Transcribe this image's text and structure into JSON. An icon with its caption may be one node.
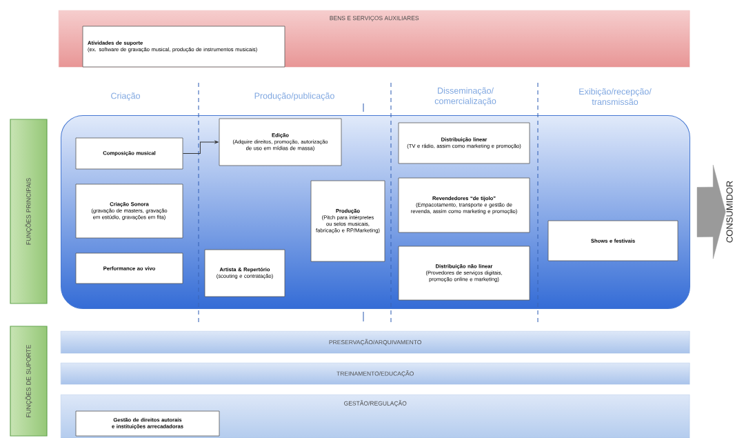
{
  "diagram": {
    "nodes": [
      {
        "text": [
          "BENS E SERVIÇOS AUXILIARES"
        ]
      },
      {
        "text": [
          "Atividades de suporte",
          "(ex. software de gravação musical, produção de instrumentos musicais)"
        ],
        "in": 0
      },
      {
        "text": [
          "FUNÇÕES PRINCIPAIS"
        ]
      },
      {
        "text": [],
        "shape": "box"
      },
      {
        "text": [
          "Composição musical"
        ],
        "in": 3
      },
      {
        "text": [
          "Edição",
          "(Adquire direitos, promoção, autorização de uso em mídias de massa)"
        ],
        "in": 3
      },
      {
        "text": [
          "Criação Sonora",
          "(gravação de masters, gravação em estúdio, gravações em fita)"
        ],
        "in": 3
      },
      {
        "text": [
          "Performance ao vivo"
        ],
        "in": 3
      },
      {
        "text": [
          "Artista & Repertório",
          "(scouting e contratação)"
        ],
        "in": 3
      },
      {
        "text": [
          "Produção",
          "(Pitch para intérpretes ou selos musicais, fabricação e RP/Marketing)"
        ],
        "in": 3
      },
      {
        "text": [
          "Distribuição linear",
          "(TV e rádio, assim como marketing e promoção)"
        ],
        "in": 3
      },
      {
        "text": [
          "Revendedores “de tijolo”",
          "(Empacotamento, transporte e gestão de revenda, assim como marketing e promoção)"
        ],
        "in": 3
      },
      {
        "text": [
          "Distribuição não linear",
          "(Provedores de serviços digitais, promoção online e marketing)"
        ],
        "in": 3
      },
      {
        "text": [
          "Shows e festivais"
        ],
        "in": 3
      },
      {
        "text": [
          "FUNÇÕES DE SUPORTE"
        ]
      },
      {
        "text": [
          "PRESERVAÇÃO/ARQUIVAMENTO"
        ]
      },
      {
        "text": [
          "TREINAMENTO/EDUCAÇÃO"
        ]
      },
      {
        "text": [
          "GESTÃO/REGULAÇÃO"
        ]
      },
      {
        "text": [
          "Gestão de direitos autorais e instituições arrecadadoras"
        ],
        "in": 17
      },
      {
        "text": [
          "CONSUMIDOR"
        ]
      }
    ],
    "edges": [
      {
        "from": 4,
        "to": 5,
        "arrow": "to"
      },
      {
        "from": 3,
        "to": 19,
        "arrow": "to",
        "style": "thick",
        "color": "#9a9a9a"
      }
    ],
    "labels": [
      "Criação",
      "Produção/publicação",
      "Disseminação/ comercialização",
      "Exibição/recepção/ transmissão"
    ]
  }
}
